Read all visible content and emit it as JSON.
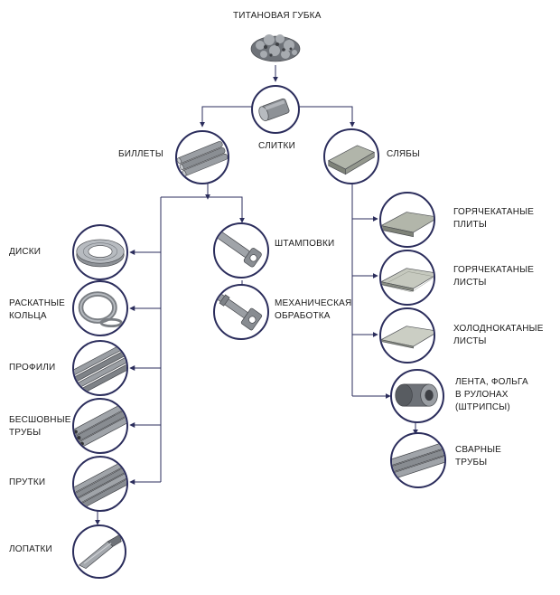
{
  "nodes": {
    "sponge": "ТИТАНОВАЯ ГУБКА",
    "ingots": "СЛИТКИ",
    "billets": "БИЛЛЕТЫ",
    "slabs": "СЛЯБЫ",
    "discs": "ДИСКИ",
    "rings_line1": "РАСКАТНЫЕ",
    "rings_line2": "КОЛЬЦА",
    "profiles": "ПРОФИЛИ",
    "seamless_line1": "БЕСШОВНЫЕ",
    "seamless_line2": "ТРУБЫ",
    "bars": "ПРУТКИ",
    "blades": "ЛОПАТКИ",
    "forgings": "ШТАМПОВКИ",
    "machining_line1": "МЕХАНИЧЕСКАЯ",
    "machining_line2": "ОБРАБОТКА",
    "hot_plates_line1": "ГОРЯЧЕКАТАНЫЕ",
    "hot_plates_line2": "ПЛИТЫ",
    "hot_sheets_line1": "ГОРЯЧЕКАТАНЫЕ",
    "hot_sheets_line2": "ЛИСТЫ",
    "cold_sheets_line1": "ХОЛОДНОКАТАНЫЕ",
    "cold_sheets_line2": "ЛИСТЫ",
    "strip_line1": "ЛЕНТА, ФОЛЬГА",
    "strip_line2": "В РУЛОНАХ",
    "strip_line3": "(ШТРИПСЫ)",
    "welded_line1": "СВАРНЫЕ",
    "welded_line2": "ТРУБЫ"
  },
  "colors": {
    "connector": "#2b2d5c",
    "ring": "#2b2d5c",
    "metal": "#9a9ea3"
  }
}
